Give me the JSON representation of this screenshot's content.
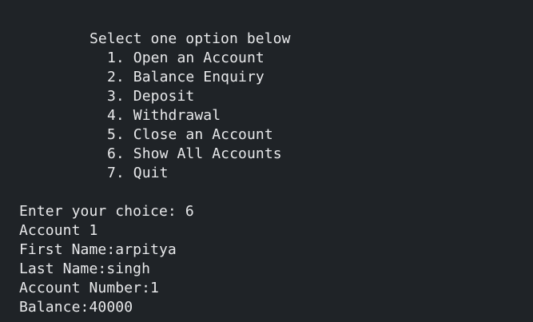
{
  "menu": {
    "title": "Select one option below",
    "items": [
      "1. Open an Account",
      "2. Balance Enquiry",
      "3. Deposit",
      "4. Withdrawal",
      "5. Close an Account",
      "6. Show All Accounts",
      "7. Quit"
    ]
  },
  "prompt": {
    "label": "Enter your choice: ",
    "value": "6"
  },
  "output": {
    "lines": [
      "Account 1",
      "First Name:arpitya",
      "Last Name:singh",
      "Account Number:1",
      "Balance:40000"
    ]
  },
  "colors": {
    "background": "#1f2327",
    "text": "#e8e9eb"
  }
}
